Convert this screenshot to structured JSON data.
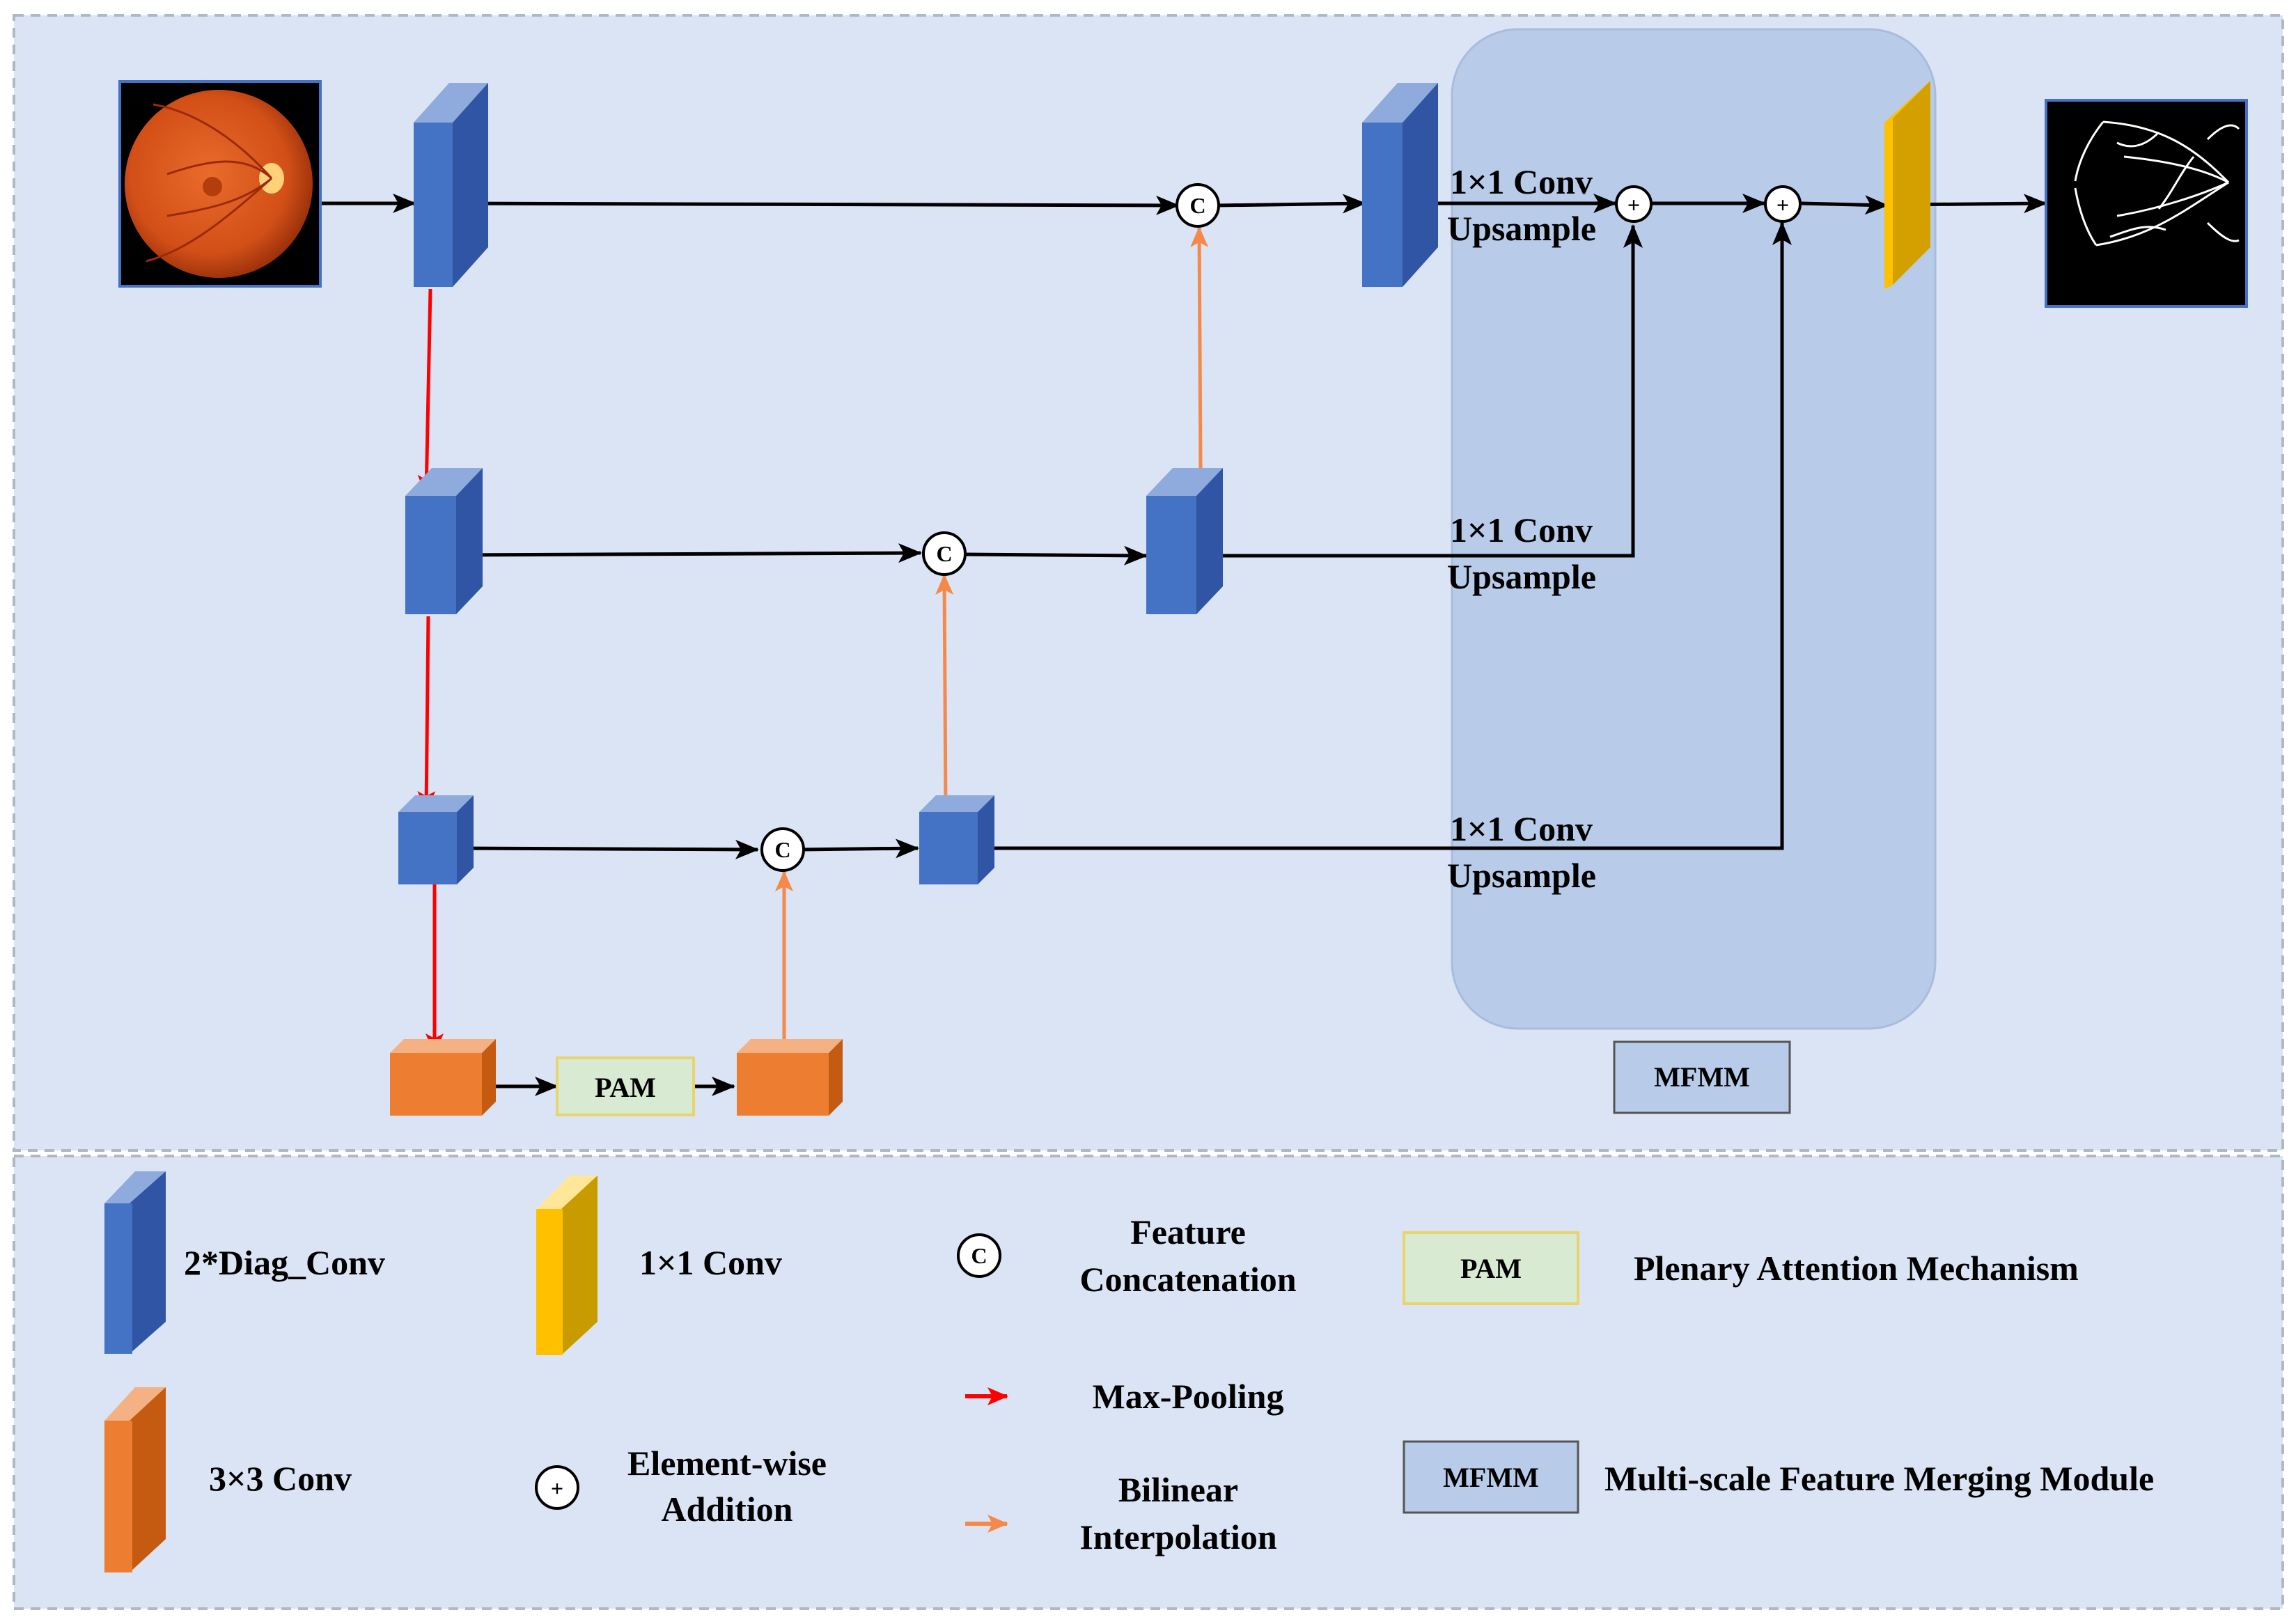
{
  "colors": {
    "background": "#dbe4f4",
    "mfmm_region": "#b8cbe8",
    "diag_conv_front": "#4472c4",
    "diag_conv_side": "#2f55a4",
    "diag_conv_top": "#8faadc",
    "conv3x3_front": "#ed7d31",
    "conv1x1_front": "#ffc000",
    "pam_fill": "#d9ead3",
    "max_pooling_arrow": "#ff0000",
    "bilinear_arrow": "#f4894a",
    "flow_arrow": "#000000"
  },
  "diagram": {
    "concat_symbol": "C",
    "add_symbol": "+",
    "pam_label": "PAM",
    "mfmm_label": "MFMM",
    "scale_labels": [
      {
        "line1": "1×1 Conv",
        "line2": "Upsample"
      },
      {
        "line1": "1×1 Conv",
        "line2": "Upsample"
      },
      {
        "line1": "1×1 Conv",
        "line2": "Upsample"
      }
    ]
  },
  "legend": {
    "diag_conv": "2*Diag_Conv",
    "conv1x1": "1×1 Conv",
    "feature_concat": [
      "Feature",
      "Concatenation"
    ],
    "pam_box": "PAM",
    "pam_desc": "Plenary Attention Mechanism",
    "conv3x3": "3×3 Conv",
    "elementwise_add": [
      "Element-wise",
      "Addition"
    ],
    "max_pooling": "Max-Pooling",
    "bilinear": [
      "Bilinear",
      "Interpolation"
    ],
    "mfmm_box": "MFMM",
    "mfmm_desc": "Multi-scale Feature Merging Module"
  }
}
